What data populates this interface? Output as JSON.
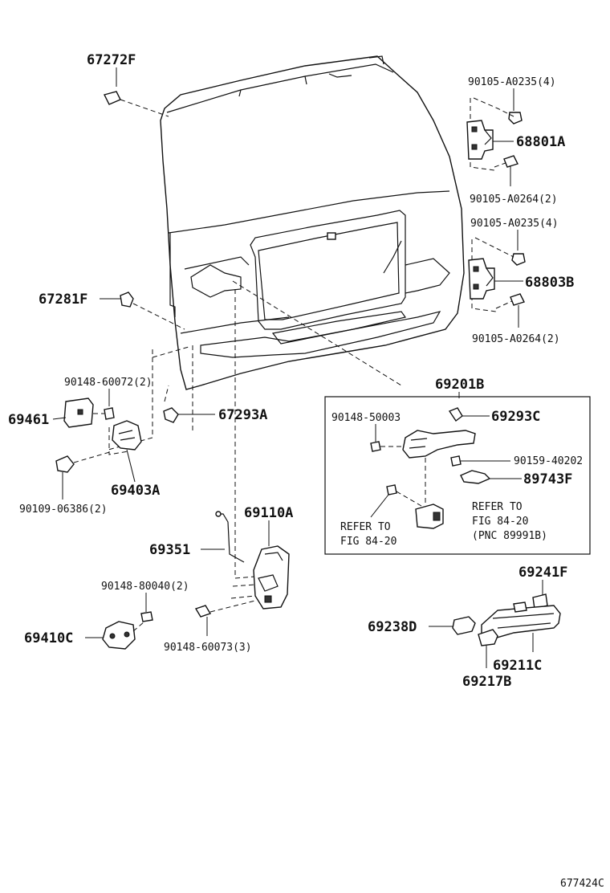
{
  "labels": {
    "l67272F": "67272F",
    "l90105A0235a": "90105-A0235(4)",
    "l68801A": "68801A",
    "l90105A0264a": "90105-A0264(2)",
    "l90105A0235b": "90105-A0235(4)",
    "l68803B": "68803B",
    "l67281F": "67281F",
    "l90105A0264b": "90105-A0264(2)",
    "l69201B": "69201B",
    "l90148_60072": "90148-60072(2)",
    "l69461": "69461",
    "l67293A": "67293A",
    "l90148_50003": "90148-50003",
    "l69293C": "69293C",
    "l90159_40202": "90159-40202",
    "l89743F": "89743F",
    "l69403A": "69403A",
    "l90109_06386": "90109-06386(2)",
    "l69110A": "69110A",
    "l69351": "69351",
    "l90148_80040": "90148-80040(2)",
    "l69410C": "69410C",
    "l90148_60073": "90148-60073(3)",
    "l69241F": "69241F",
    "l69238D": "69238D",
    "l69211C": "69211C",
    "l69217B": "69217B",
    "diagram_id": "677424C"
  },
  "notes": {
    "refer_left_1": "REFER TO",
    "refer_left_2": "FIG 84-20",
    "refer_right_1": "REFER TO",
    "refer_right_2": "FIG 84-20",
    "refer_right_3": "(PNC 89991B)"
  }
}
